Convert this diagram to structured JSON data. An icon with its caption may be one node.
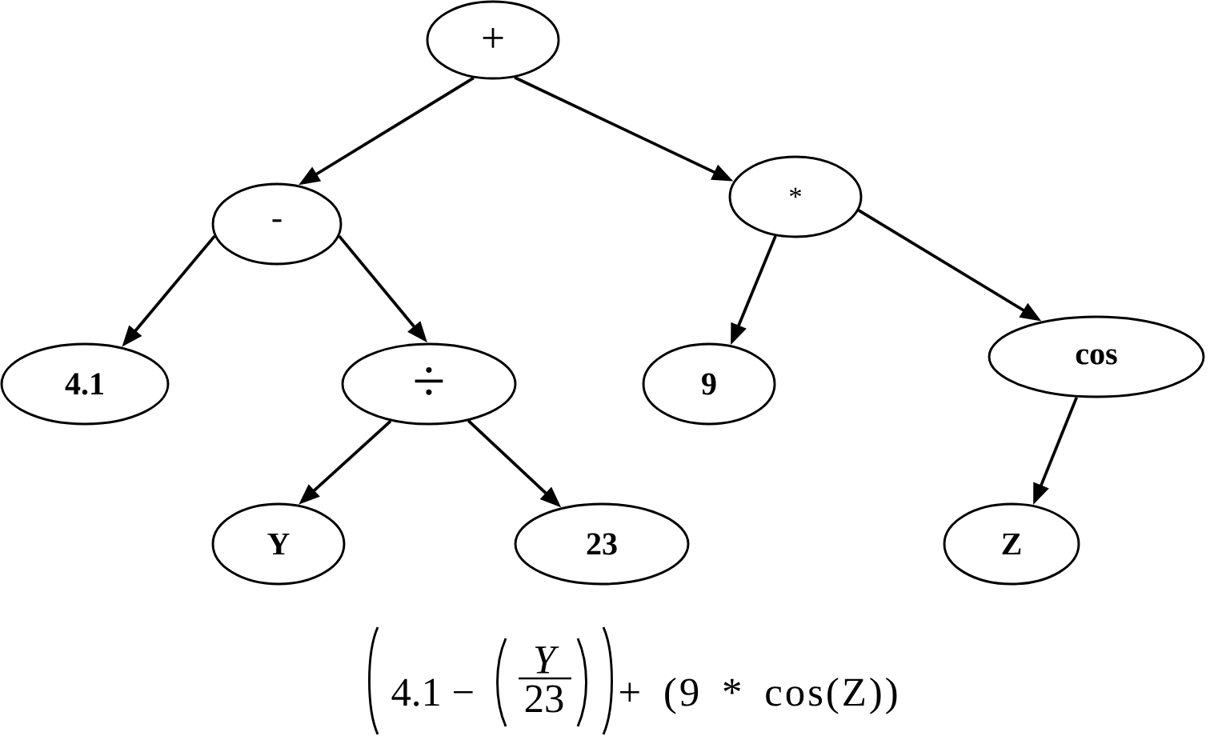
{
  "diagram": {
    "nodes": [
      {
        "text": [
          "+"
        ]
      },
      {
        "text": [
          "-"
        ]
      },
      {
        "text": [
          "*"
        ]
      },
      {
        "text": [
          "4.1"
        ]
      },
      {
        "text": [
          "÷"
        ]
      },
      {
        "text": [
          "9"
        ]
      },
      {
        "text": [
          "cos"
        ]
      },
      {
        "text": [
          "Y"
        ]
      },
      {
        "text": [
          "23"
        ]
      },
      {
        "text": [
          "Z"
        ]
      }
    ],
    "edges": [
      {
        "from": 0,
        "to": 1,
        "arrow": "to"
      },
      {
        "from": 0,
        "to": 2,
        "arrow": "to"
      },
      {
        "from": 1,
        "to": 3,
        "arrow": "to"
      },
      {
        "from": 1,
        "to": 4,
        "arrow": "to"
      },
      {
        "from": 2,
        "to": 5,
        "arrow": "to"
      },
      {
        "from": 2,
        "to": 6,
        "arrow": "to"
      },
      {
        "from": 4,
        "to": 7,
        "arrow": "to"
      },
      {
        "from": 4,
        "to": 8,
        "arrow": "to"
      },
      {
        "from": 6,
        "to": 9,
        "arrow": "to"
      }
    ],
    "labels": [
      "4.1 −",
      "Y",
      "23",
      "+ (9 * cos(Z))"
    ]
  }
}
